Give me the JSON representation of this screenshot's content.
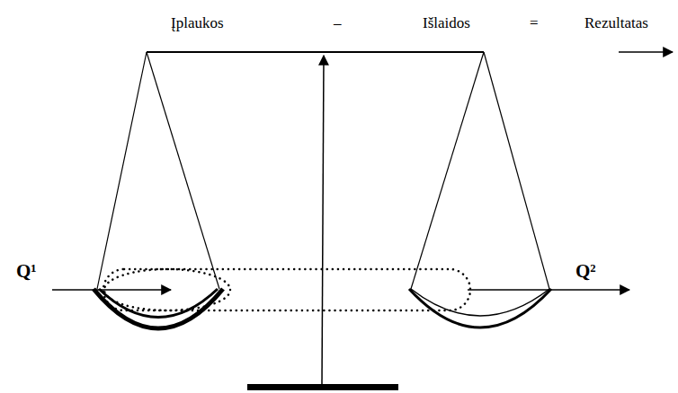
{
  "diagram": {
    "labels": [
      "Įplaukos",
      "–",
      "Išlaidos",
      "=",
      "Rezultatas",
      "Q¹",
      "Q²"
    ]
  }
}
